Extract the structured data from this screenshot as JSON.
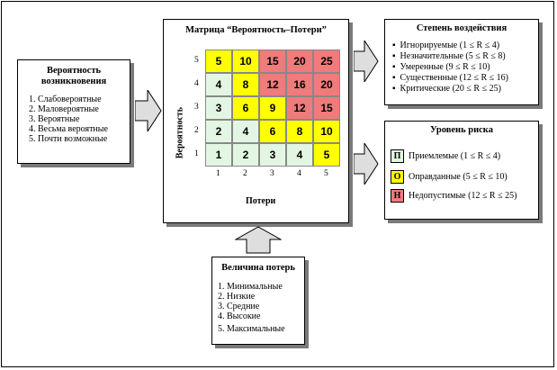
{
  "colors": {
    "green": "#e3f6e3",
    "yellow": "#ffff00",
    "red": "#ef7b7b",
    "shadow": "#7a7a7a",
    "arrow": "#dedede"
  },
  "probability_box": {
    "title_line1": "Вероятность",
    "title_line2": "возникновения",
    "items": [
      "1. Слабовероятные",
      "2. Маловероятные",
      "3. Вероятные",
      "4. Весьма вероятные",
      "5. Почти возможные"
    ]
  },
  "matrix": {
    "title": "Матрица “Вероятность–Потери”",
    "y_axis_label": "Вероятность",
    "x_axis_label": "Потери",
    "x_ticks": [
      "1",
      "2",
      "3",
      "4",
      "5"
    ],
    "y_ticks": [
      "5",
      "4",
      "3",
      "2",
      "1"
    ],
    "rows": [
      [
        "5",
        "10",
        "15",
        "20",
        "25"
      ],
      [
        "4",
        "8",
        "12",
        "16",
        "20"
      ],
      [
        "3",
        "6",
        "9",
        "12",
        "15"
      ],
      [
        "2",
        "4",
        "6",
        "8",
        "10"
      ],
      [
        "1",
        "2",
        "3",
        "4",
        "5"
      ]
    ],
    "levels": [
      [
        "y",
        "y",
        "r",
        "r",
        "r"
      ],
      [
        "g",
        "y",
        "r",
        "r",
        "r"
      ],
      [
        "g",
        "y",
        "y",
        "r",
        "r"
      ],
      [
        "g",
        "g",
        "y",
        "y",
        "y"
      ],
      [
        "g",
        "g",
        "g",
        "g",
        "y"
      ]
    ]
  },
  "impact_box": {
    "title": "Степень воздействия",
    "items": [
      "Игнорируемые (1 ≤ R ≤ 4)",
      "Незначительные (5 ≤ R ≤ 8)",
      "Умеренные (9 ≤ R ≤ 10)",
      "Существенные (12 ≤ R ≤ 16)",
      "Критические (20 ≤ R ≤ 25)"
    ]
  },
  "risk_box": {
    "title": "Уровень риска",
    "items": [
      {
        "code": "П",
        "label": "Приемлемые (1 ≤ R ≤ 4)",
        "color": "#e3f6e3"
      },
      {
        "code": "О",
        "label": "Оправданные (5 ≤ R ≤ 10)",
        "color": "#ffff00"
      },
      {
        "code": "Н",
        "label": "Недопустимые (12 ≤ R ≤ 25)",
        "color": "#ef7b7b"
      }
    ]
  },
  "loss_box": {
    "title": "Величина потерь",
    "items": [
      "1. Минимальные",
      "2. Низкие",
      "3. Средние",
      "4. Высокие",
      "5. Максимальные"
    ]
  }
}
